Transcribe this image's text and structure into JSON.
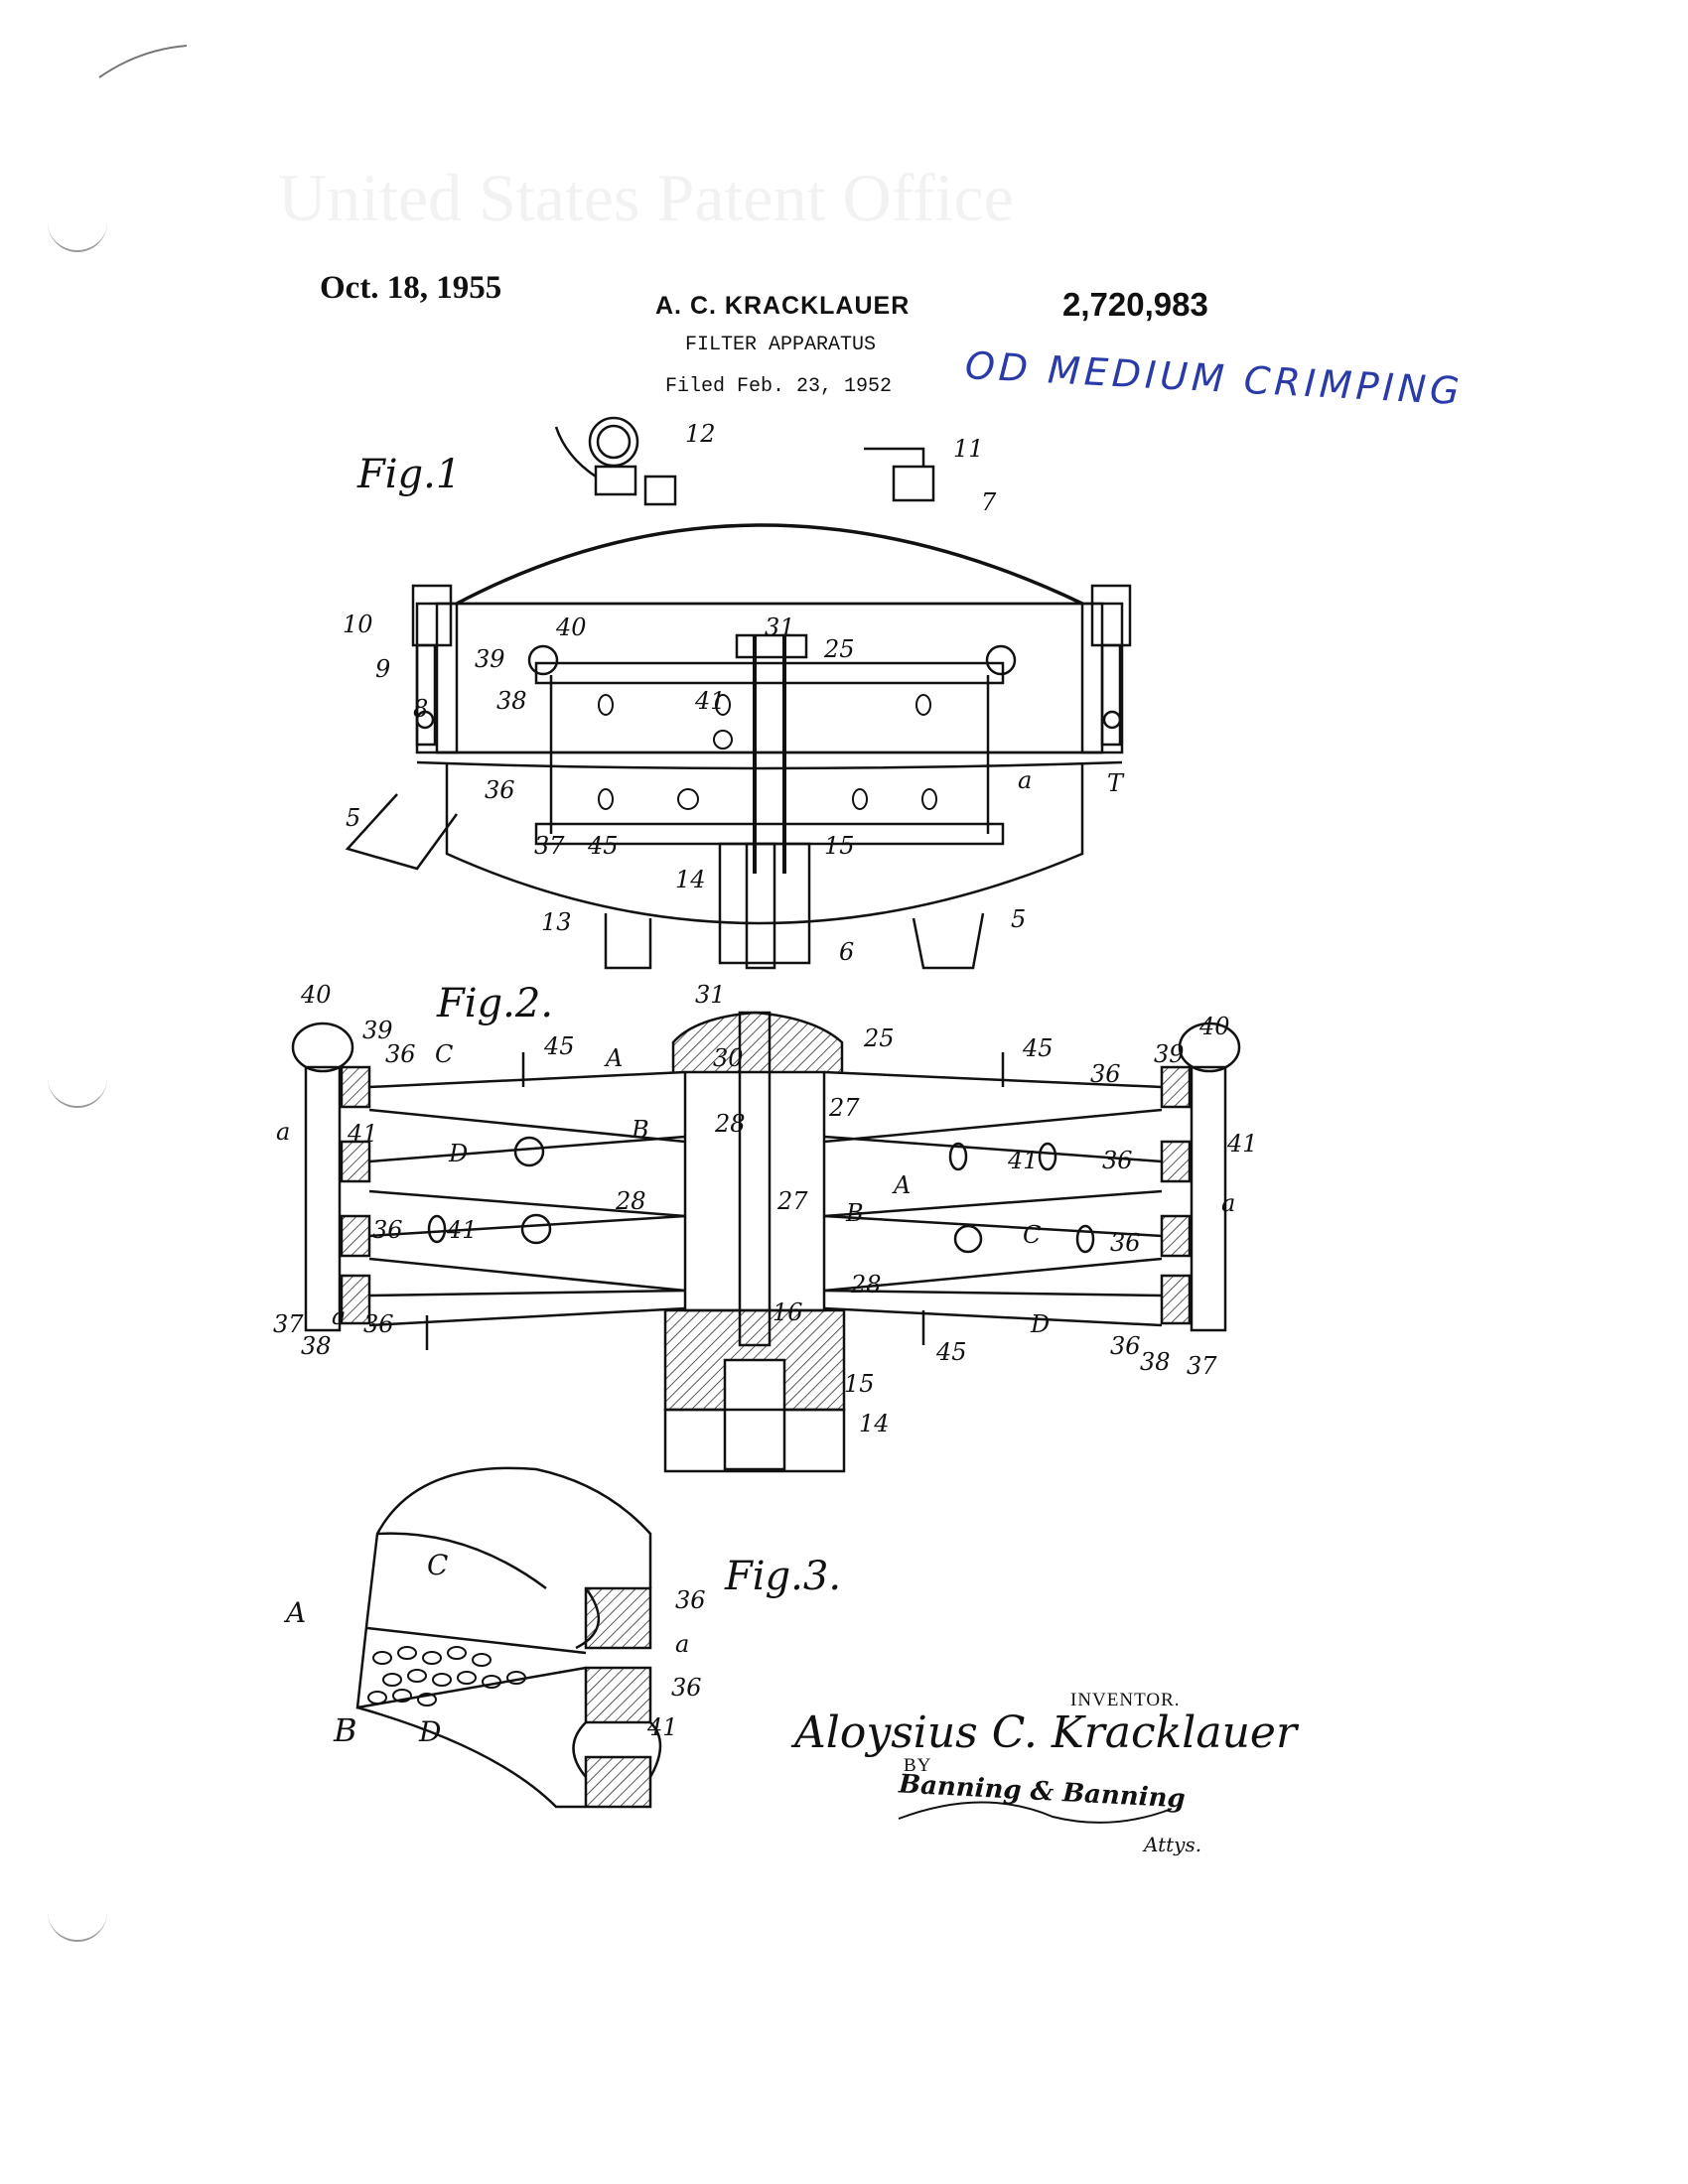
{
  "header": {
    "date": "Oct. 18, 1955",
    "inventor": "A. C. KRACKLAUER",
    "title": "FILTER APPARATUS",
    "filed": "Filed Feb. 23, 1952",
    "patent_number": "2,720,983",
    "handwritten_note": "OD MEDIUM CRIMPING"
  },
  "figures": {
    "fig1": {
      "title": "Fig.1",
      "labels": [
        "12",
        "11",
        "7",
        "10",
        "9",
        "8",
        "40",
        "31",
        "25",
        "39",
        "38",
        "41",
        "36",
        "a",
        "T",
        "5",
        "37",
        "45",
        "15",
        "14",
        "13",
        "6"
      ]
    },
    "fig2": {
      "title": "Fig.2.",
      "labels": [
        "40",
        "39",
        "36",
        "C",
        "45",
        "A",
        "31",
        "30",
        "25",
        "a",
        "41",
        "D",
        "B",
        "28",
        "27",
        "37",
        "38",
        "16",
        "15",
        "14"
      ]
    },
    "fig3": {
      "title": "Fig.3.",
      "labels": [
        "C",
        "A",
        "B",
        "D",
        "36",
        "a",
        "41"
      ]
    }
  },
  "signature": {
    "inventor_label": "INVENTOR.",
    "inventor_name": "Aloysius C. Kracklauer",
    "by_label": "BY",
    "agent": "Banning & Banning",
    "attys_label": "Attys."
  }
}
